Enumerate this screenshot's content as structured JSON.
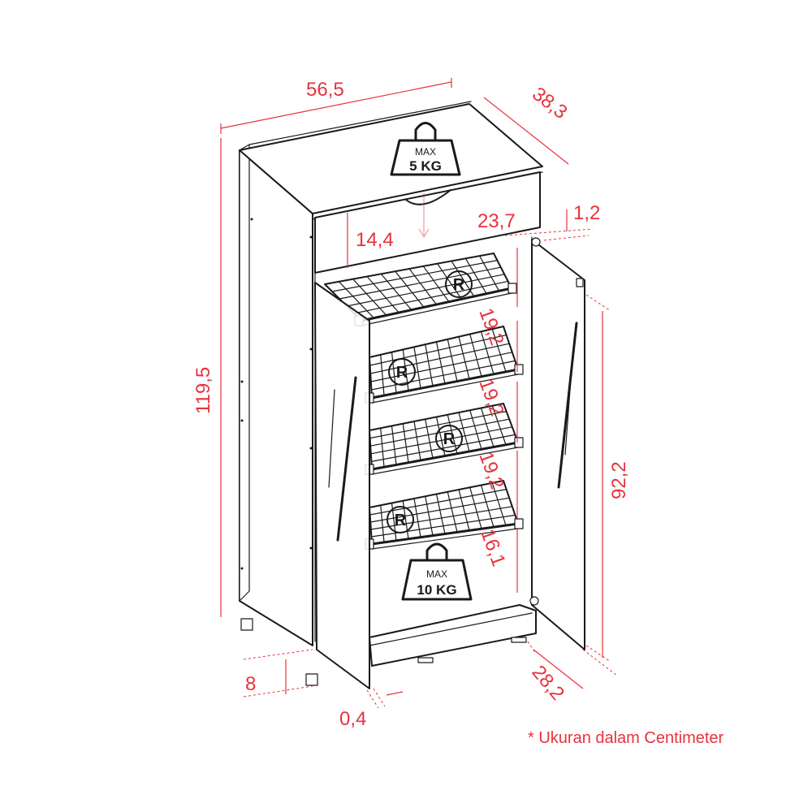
{
  "dimensions": {
    "width": "56,5",
    "depth": "38,3",
    "height": "119,5",
    "drawer_height": "14,4",
    "drawer_depth": "23,7",
    "top_thickness": "1,2",
    "shelf_gap_1": "19,2",
    "shelf_gap_2": "19,2",
    "shelf_gap_3": "19,2",
    "shelf_gap_bottom": "16,1",
    "door_height": "92,2",
    "foot_height": "8",
    "door_gap": "0,4",
    "door_width": "28,2"
  },
  "weights": {
    "top": {
      "label": "MAX",
      "value": "5 KG"
    },
    "bottom": {
      "label": "MAX",
      "value": "10 KG"
    }
  },
  "shelf_marks": [
    "R",
    "R",
    "R",
    "R"
  ],
  "note": "* Ukuran dalam Centimeter",
  "colors": {
    "dimension": "#e8323c",
    "line": "#1a1a1a"
  }
}
